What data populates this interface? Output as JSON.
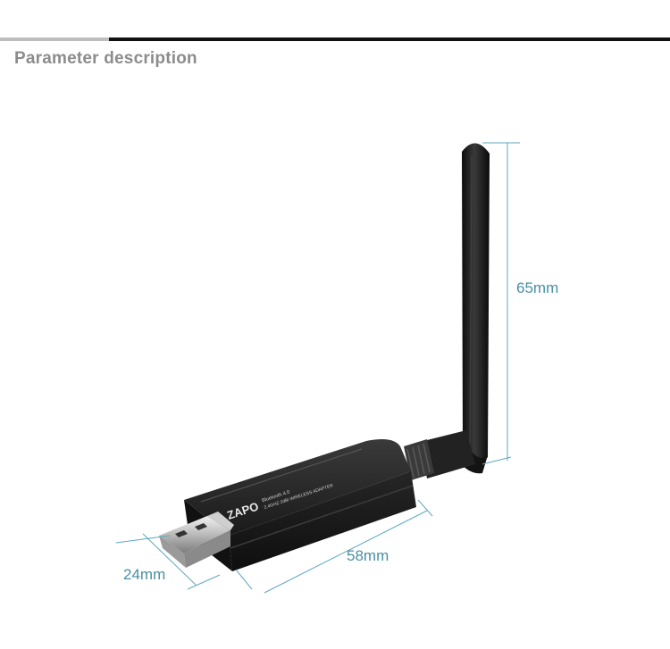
{
  "header": {
    "title": "Parameter description"
  },
  "product": {
    "brand": "ZAPO",
    "print_line_1": "Bluetooth 4.0",
    "print_line_2": "2.4GHZ 2dBi WIRELESS ADAPTER"
  },
  "dimensions": {
    "height_label": "65mm",
    "length_label": "58mm",
    "width_label": "24mm"
  },
  "colors": {
    "dimension_line": "#5fa7bd",
    "dimension_text": "#4a8fa5",
    "title_text": "#8c8c8c",
    "device_body": "#1c1c1c"
  }
}
